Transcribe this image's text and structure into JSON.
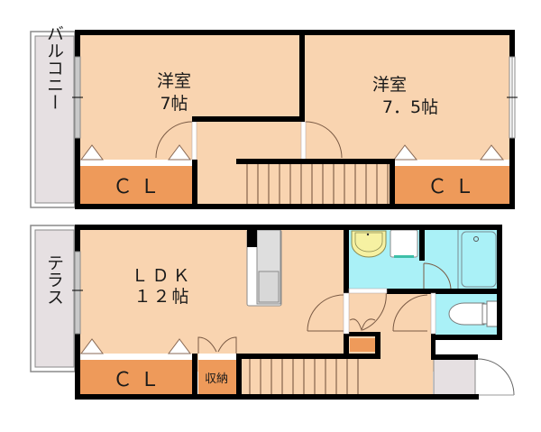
{
  "floor_plan": {
    "colors": {
      "room": "#f9d4b0",
      "closet": "#ee9a5a",
      "wet": "#aaf1f7",
      "balcony": "#e6e0e2",
      "wall": "#000000",
      "door_line": "#7a5a44",
      "stair_line": "#6d4c36",
      "white": "#ffffff"
    },
    "upper_floor": {
      "balcony": {
        "label": "バルコニー"
      },
      "room_west": {
        "label_line1": "洋室",
        "label_line2": "7帖"
      },
      "room_east": {
        "label_line1": "洋室",
        "label_line2": "7．5帖"
      },
      "closet_west": {
        "label": "ＣＬ"
      },
      "closet_east": {
        "label": "ＣＬ"
      }
    },
    "lower_floor": {
      "terrace": {
        "label": "テラス"
      },
      "ldk": {
        "label_line1": "ＬＤＫ",
        "label_line2": "１２帖"
      },
      "closet": {
        "label": "ＣＬ"
      },
      "storage": {
        "label": "収納"
      }
    }
  }
}
